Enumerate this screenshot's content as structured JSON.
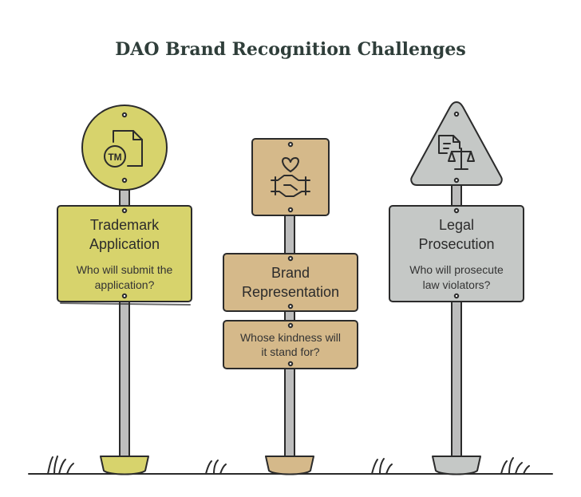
{
  "title": "DAO Brand Recognition Challenges",
  "colors": {
    "trademark": "#d7d36c",
    "brand": "#d5b98a",
    "legal": "#c5c8c6",
    "ink": "#2b2b2b",
    "pole": "#bdbdbd"
  },
  "signs": [
    {
      "title_lines": [
        "Trademark",
        "Application"
      ],
      "question_lines": [
        "Who will submit the",
        "application?"
      ],
      "icon": "trademark-document-icon",
      "header_shape": "circle"
    },
    {
      "title_lines": [
        "Brand",
        "Representation"
      ],
      "question_lines": [
        "Whose kindness will",
        "it stand for?"
      ],
      "icon": "heart-handshake-icon",
      "header_shape": "square"
    },
    {
      "title_lines": [
        "Legal",
        "Prosecution"
      ],
      "question_lines": [
        "Who will prosecute",
        "law violators?"
      ],
      "icon": "document-scales-icon",
      "header_shape": "triangle"
    }
  ]
}
